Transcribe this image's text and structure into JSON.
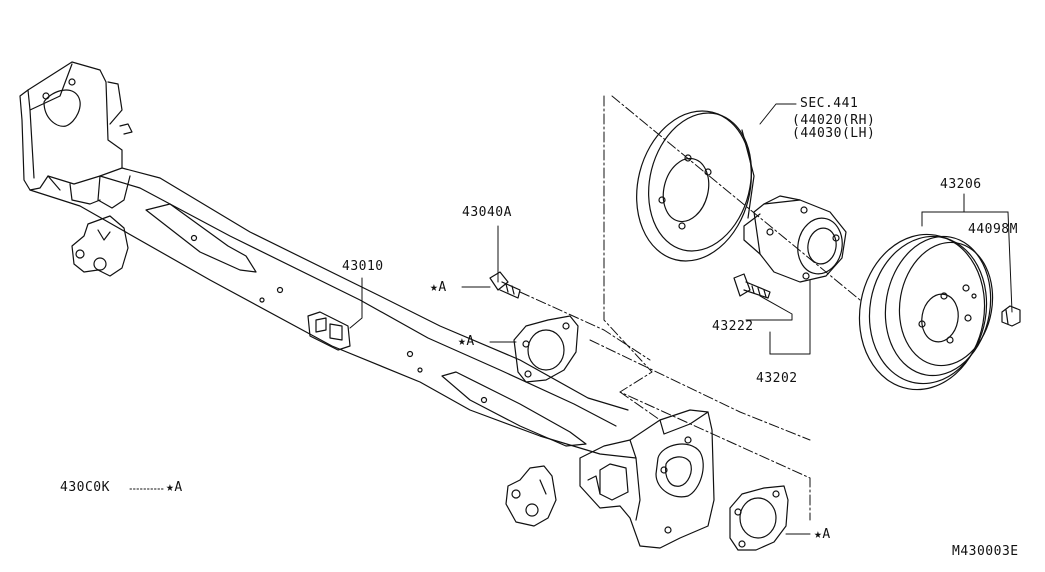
{
  "labels": {
    "beam": "43010",
    "bolt": "43040A",
    "brake_sec": "SEC.441",
    "brake_rh": "(44020(RH)",
    "brake_lh": "(44030(LH)",
    "drum": "43206",
    "nut": "44098M",
    "hub_bolt": "43222",
    "hub": "43202",
    "kit": "430C0K",
    "star_a": "★A",
    "code": "M430003E"
  }
}
